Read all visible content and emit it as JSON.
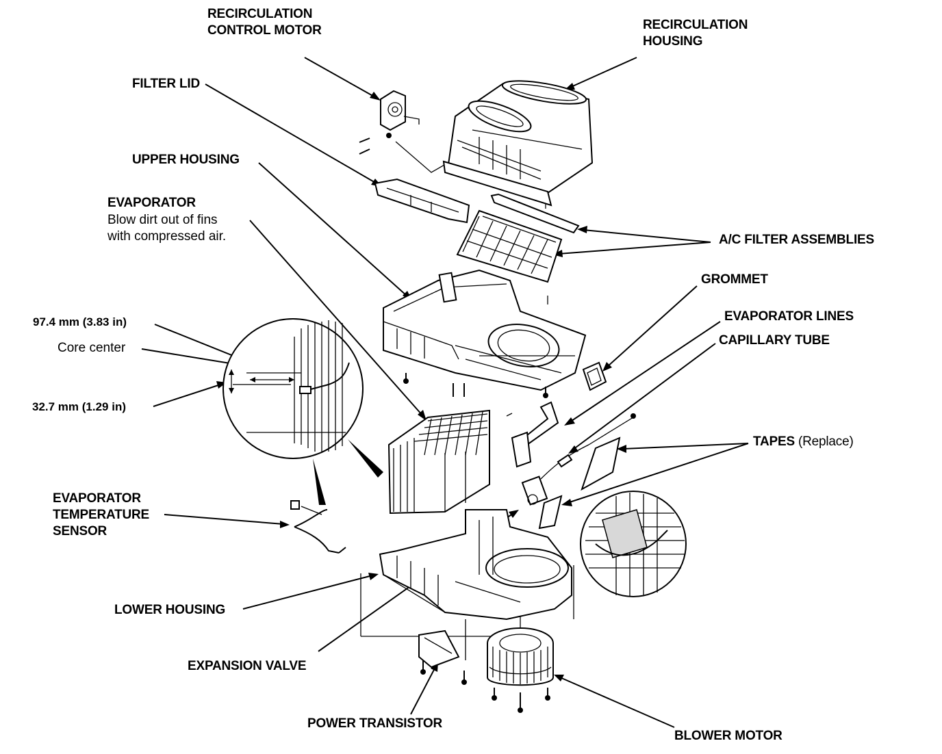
{
  "labels": {
    "recirc_motor_1": "RECIRCULATION",
    "recirc_motor_2": "CONTROL MOTOR",
    "recirc_housing_1": "RECIRCULATION",
    "recirc_housing_2": "HOUSING",
    "filter_lid": "FILTER LID",
    "upper_housing": "UPPER HOUSING",
    "evaporator": "EVAPORATOR",
    "evap_note_1": "Blow dirt out of fins",
    "evap_note_2": "with compressed air.",
    "ac_filter": "A/C FILTER ASSEMBLIES",
    "grommet": "GROMMET",
    "evap_lines": "EVAPORATOR LINES",
    "capillary": "CAPILLARY TUBE",
    "dim1": "97.4 mm (3.83 in)",
    "core_center": "Core center",
    "dim2": "32.7 mm (1.29 in)",
    "tapes": "TAPES",
    "tapes_note": "(Replace)",
    "temp_sensor_1": "EVAPORATOR",
    "temp_sensor_2": "TEMPERATURE",
    "temp_sensor_3": "SENSOR",
    "lower_housing": "LOWER HOUSING",
    "expansion_valve": "EXPANSION VALVE",
    "power_transistor": "POWER TRANSISTOR",
    "blower_motor": "BLOWER MOTOR"
  }
}
